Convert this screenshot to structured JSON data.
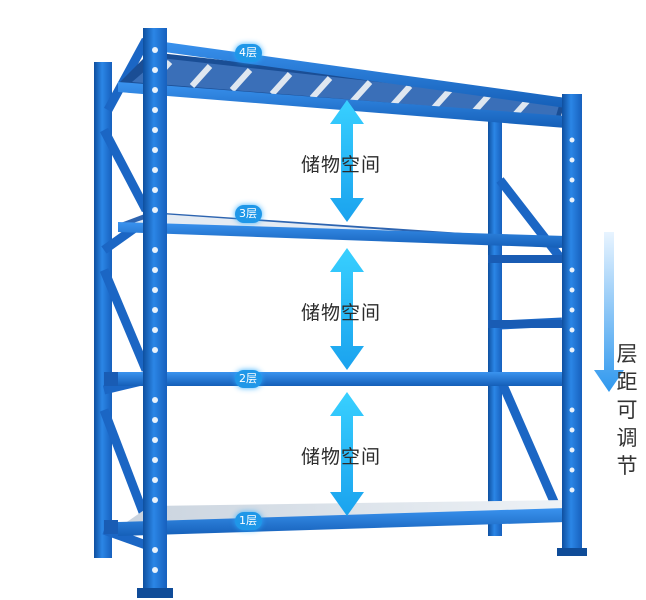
{
  "tiers": [
    "1层",
    "2层",
    "3层",
    "4层"
  ],
  "storage_label": "储物空间",
  "side_note": "层距可调节",
  "colors": {
    "frame_blue": "#1d6fd0",
    "frame_dark": "#124f9c",
    "arrow_cyan": "#2ec5ff",
    "side_arrow": "#2f98ee"
  }
}
